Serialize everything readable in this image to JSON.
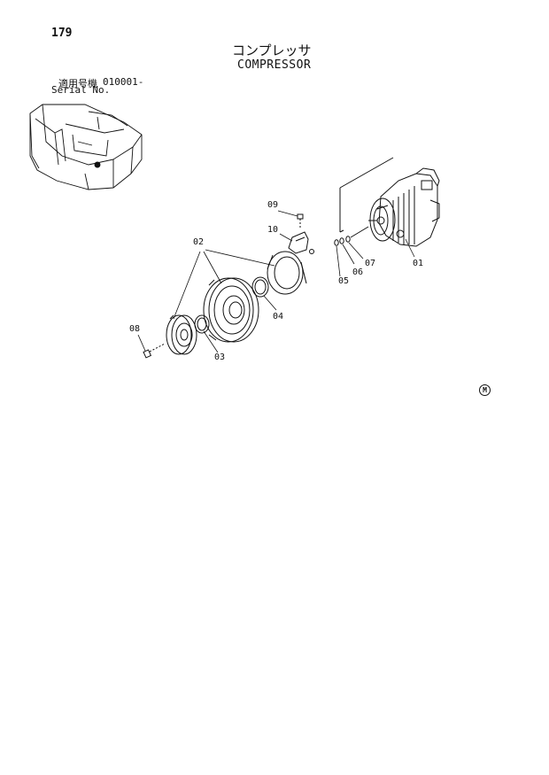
{
  "header": {
    "page_number": "179",
    "title_jp": "コンプレッサ",
    "title_en": "COMPRESSOR"
  },
  "serial": {
    "label_jp": "適用号機",
    "range": "010001-",
    "label_en": "Serial No."
  },
  "parts": [
    {
      "callout": "01"
    },
    {
      "callout": "02"
    },
    {
      "callout": "03"
    },
    {
      "callout": "04"
    },
    {
      "callout": "05"
    },
    {
      "callout": "06"
    },
    {
      "callout": "07"
    },
    {
      "callout": "08"
    },
    {
      "callout": "09"
    },
    {
      "callout": "10"
    }
  ],
  "mark": "M"
}
